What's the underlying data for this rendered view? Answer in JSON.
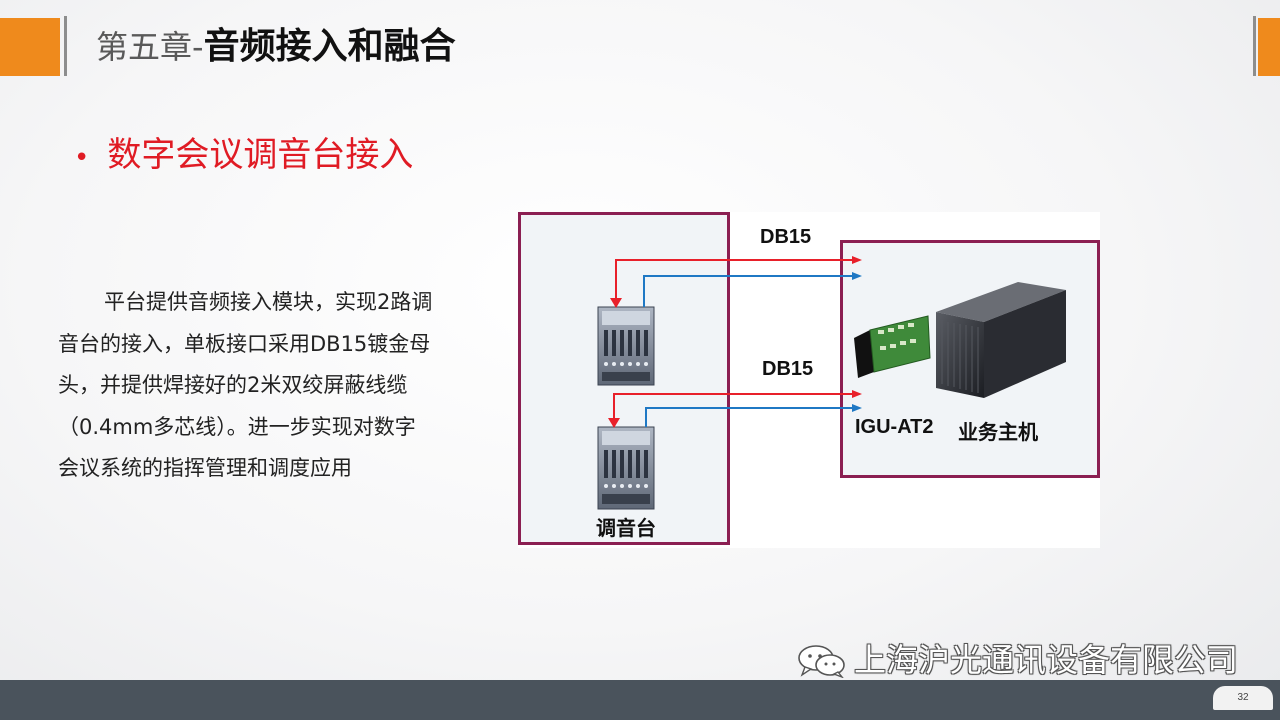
{
  "slide": {
    "title_prefix": "第五章-",
    "title_main": "音频接入和融合",
    "bullet": "数字会议调音台接入",
    "paragraph_lines": [
      "平台提供音频接入模块，实现2路调",
      "音台的接入，单板接口采用DB15镀金母",
      "头，并提供焊接好的2米双绞屏蔽线缆",
      "（0.4mm多芯线）。进一步实现对数字",
      "会议系统的指挥管理和调度应用"
    ],
    "page_number": "32"
  },
  "diagram": {
    "label_db15_top": "DB15",
    "label_db15_bottom": "DB15",
    "label_module": "IGU-AT2",
    "label_host": "业务主机",
    "label_mixer": "调音台"
  },
  "watermark": {
    "text": "上海沪光通讯设备有限公司",
    "icon": "wechat-icon"
  },
  "colors": {
    "accent": "#ef8a1c",
    "bullet_red": "#e01b24",
    "box_border": "#8b1f52",
    "footer": "#4a535c",
    "wire_red": "#e8202a",
    "wire_blue": "#1f78c4"
  }
}
